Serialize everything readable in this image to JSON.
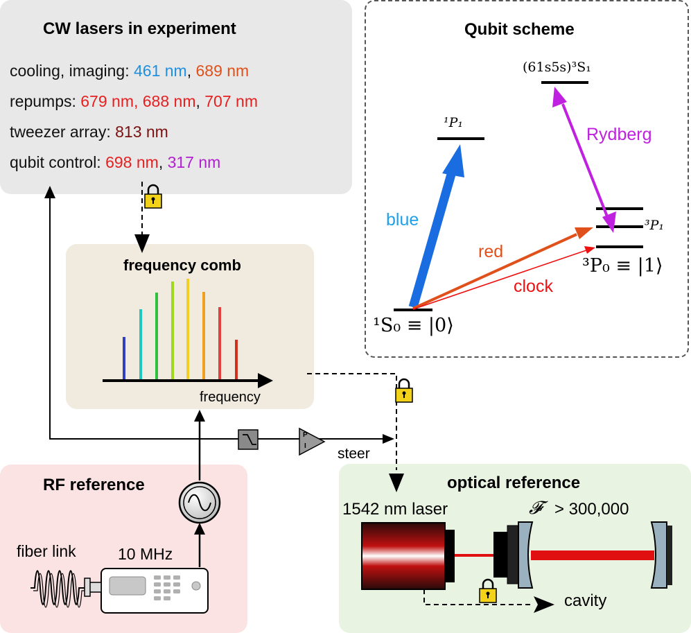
{
  "cw_panel": {
    "title": "CW lasers in experiment",
    "lines": [
      {
        "prefix": "cooling, imaging: ",
        "items": [
          {
            "text": "461 nm",
            "color": "#1f8fe0"
          },
          {
            "text": ", ",
            "color": "#111111"
          },
          {
            "text": "689 nm",
            "color": "#e0501a"
          }
        ]
      },
      {
        "prefix": "repumps: ",
        "items": [
          {
            "text": "679 nm",
            "color": "#e52020"
          },
          {
            "text": ", ",
            "color": "#e52020"
          },
          {
            "text": "688 nm",
            "color": "#e52020"
          },
          {
            "text": ", ",
            "color": "#111111"
          },
          {
            "text": "707 nm",
            "color": "#e52020"
          }
        ]
      },
      {
        "prefix": "tweezer array: ",
        "items": [
          {
            "text": "813 nm",
            "color": "#7a1010"
          }
        ]
      },
      {
        "prefix": "qubit control: ",
        "items": [
          {
            "text": "698 nm",
            "color": "#e52020"
          },
          {
            "text": ", ",
            "color": "#111111"
          },
          {
            "text": "317 nm",
            "color": "#b020d0"
          }
        ]
      }
    ]
  },
  "qubit_panel": {
    "title": "Qubit scheme",
    "levels": {
      "rydberg": "(61s5s)³S₁",
      "p1_singlet": "¹P₁",
      "p1_triplet": "³P₁",
      "p0": "³P₀ ≡ |1⟩",
      "s0": "¹S₀ ≡ |0⟩"
    },
    "transitions": {
      "blue": "blue",
      "red": "red",
      "clock": "clock",
      "rydberg": "Rydberg"
    },
    "colors": {
      "blue": "#1a6de0",
      "red": "#e0501a",
      "clock": "#ee1111",
      "rydberg": "#c020e0"
    }
  },
  "comb_panel": {
    "title": "frequency comb",
    "axis_label": "frequency",
    "teeth_colors": [
      "#3040c0",
      "#20c8c0",
      "#30c040",
      "#a0d820",
      "#f0d020",
      "#f0a020",
      "#e04040",
      "#d03020"
    ]
  },
  "rf_panel": {
    "title": "RF reference",
    "fiber_label": "fiber link",
    "freq_label": "10 MHz"
  },
  "optical_panel": {
    "title": "optical reference",
    "laser_label": "1542 nm laser",
    "finesse_symbol": "𝓕",
    "finesse_label": "> 300,000",
    "cavity_label": "cavity"
  },
  "signal_labels": {
    "steer": "steer",
    "pi_top": "P",
    "pi_bottom": "I"
  },
  "colors": {
    "cw_bg": "#e8e8e8",
    "comb_bg": "#f1ebdf",
    "rf_bg": "#fbe3e3",
    "optical_bg": "#e8f3e2"
  }
}
